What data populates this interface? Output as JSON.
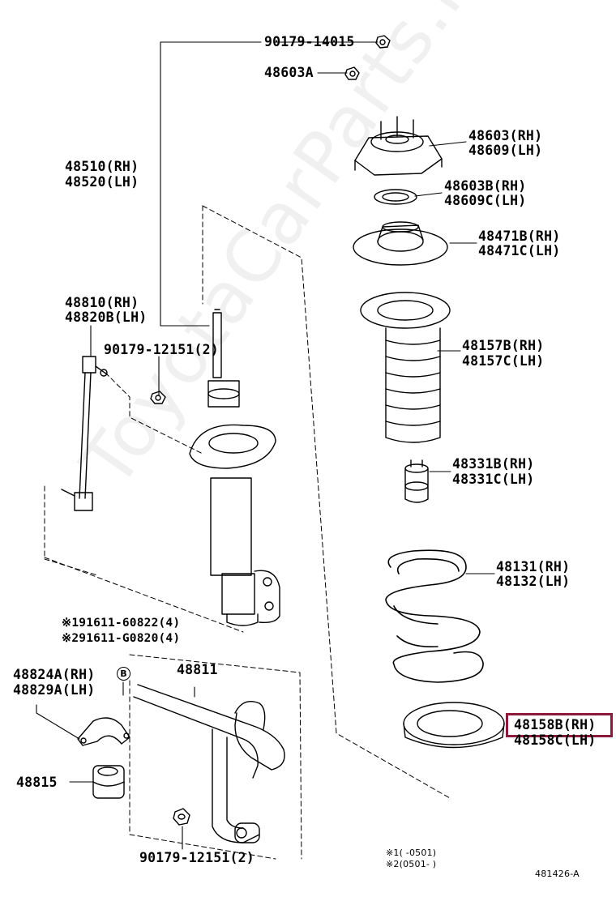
{
  "watermark": "ToyotaCarParts.ru",
  "highlight_color": "#8b1a3b",
  "labels": {
    "p90179_14015": "90179-14015",
    "p48603a": "48603A",
    "p48510": "48510(RH)",
    "p48520": "48520(LH)",
    "p48603": "48603(RH)",
    "p48609": "48609(LH)",
    "p48603b": "48603B(RH)",
    "p48609c": "48609C(LH)",
    "p48471b": "48471B(RH)",
    "p48471c": "48471C(LH)",
    "p48810": "48810(RH)",
    "p48820b": "48820B(LH)",
    "p90179_12151a": "90179-12151(2)",
    "p48157b": "48157B(RH)",
    "p48157c": "48157C(LH)",
    "p48331b": "48331B(RH)",
    "p48331c": "48331C(LH)",
    "p48131": "48131(RH)",
    "p48132": "48132(LH)",
    "n1": "※191611-60822(4)",
    "n2": "※291611-G0820(4)",
    "p48811": "48811",
    "p48824a": "48824A(RH)",
    "p48829a": "48829A(LH)",
    "circle_b": "B",
    "p48815": "48815",
    "p48158b": "48158B(RH)",
    "p48158c": "48158C(LH)",
    "p90179_12151b": "90179-12151(2)",
    "foot1": "※1(       -0501)",
    "foot2": "※2(0501-        )",
    "diagram_id": "481426-A"
  }
}
